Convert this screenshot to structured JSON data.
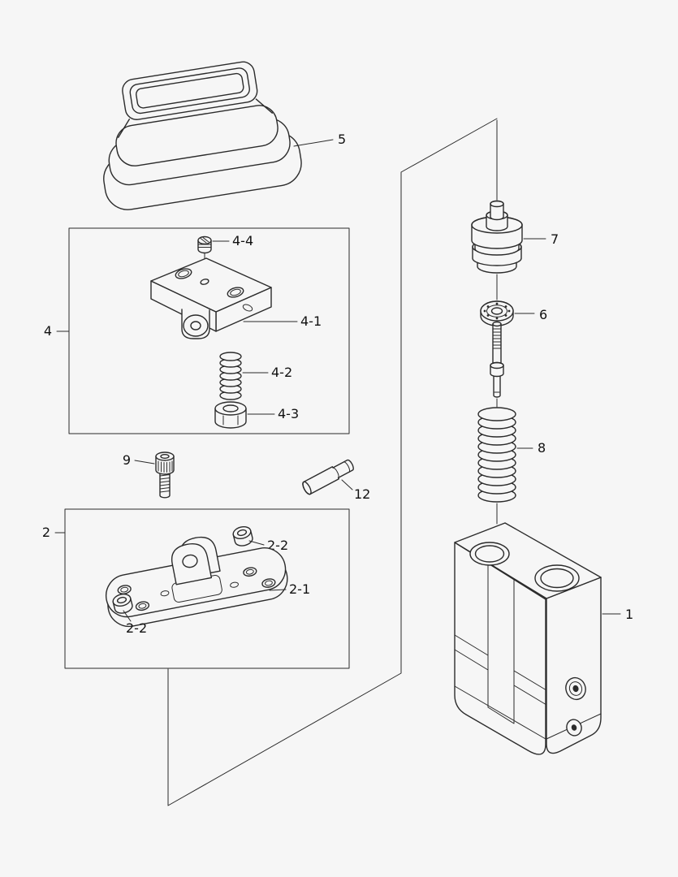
{
  "diagram": {
    "background": "#f6f6f6",
    "line_color": "#2b2b2b",
    "labels": {
      "part1": "1",
      "part2": "2",
      "part2_1": "2-1",
      "part2_2_upper": "2-2",
      "part2_2_lower": "2-2",
      "part4": "4",
      "part4_1": "4-1",
      "part4_2": "4-2",
      "part4_3": "4-3",
      "part4_4": "4-4",
      "part5": "5",
      "part6": "6",
      "part7": "7",
      "part8": "8",
      "part9": "9",
      "part12": "12"
    }
  }
}
